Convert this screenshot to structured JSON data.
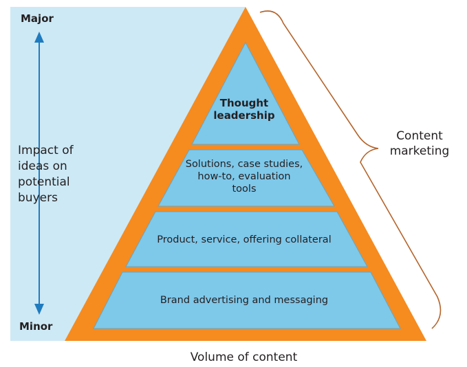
{
  "axis": {
    "top_label": "Major",
    "bottom_label": "Minor",
    "label_lines": [
      "Impact of",
      "ideas on",
      "potential",
      "buyers"
    ]
  },
  "x_label": "Volume of content",
  "bracket_label_lines": [
    "Content",
    "marketing"
  ],
  "tiers": [
    {
      "lines": [
        "Thought",
        "leadership"
      ]
    },
    {
      "lines": [
        "Solutions, case studies,",
        "how-to, evaluation",
        "tools"
      ]
    },
    {
      "lines": [
        "Product, service, offering collateral"
      ]
    },
    {
      "lines": [
        "Brand advertising and messaging"
      ]
    }
  ],
  "colors": {
    "panel": "#cde9f5",
    "tier_fill": "#7ec8ea",
    "pyramid_border": "#f68b1f",
    "arrow": "#1f7bbf",
    "bracket": "#b5642a",
    "text": "#231f20"
  }
}
